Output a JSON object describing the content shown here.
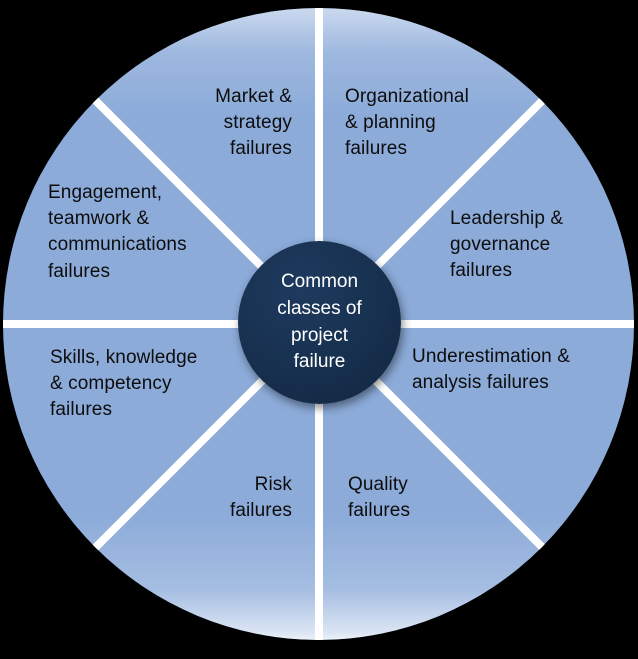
{
  "diagram": {
    "title": "Common classes of project failure wheel",
    "colors": {
      "background": "#000000",
      "segment_fill": "#8cabd9",
      "divider": "#ffffff",
      "hub_fill": "#17304f",
      "hub_text": "#ffffff",
      "segment_text": "#0d0d0d"
    },
    "hub": {
      "label": "Common\nclasses of\nproject\nfailure"
    },
    "segments": [
      {
        "id": "market",
        "label": "Market &\nstrategy\nfailures",
        "position": "top-left-inner",
        "align": "right"
      },
      {
        "id": "organizational",
        "label": "Organizational\n& planning\nfailures",
        "position": "top-right-inner",
        "align": "left"
      },
      {
        "id": "engagement",
        "label": "Engagement,\nteamwork &\ncommunications\nfailures",
        "position": "upper-left",
        "align": "left"
      },
      {
        "id": "leadership",
        "label": "Leadership &\ngovernance\nfailures",
        "position": "upper-right",
        "align": "left"
      },
      {
        "id": "skills",
        "label": "Skills, knowledge\n& competency\nfailures",
        "position": "lower-left",
        "align": "left"
      },
      {
        "id": "underestimation",
        "label": "Underestimation &\nanalysis failures",
        "position": "lower-right",
        "align": "left"
      },
      {
        "id": "risk",
        "label": "Risk\nfailures",
        "position": "bottom-left-inner",
        "align": "right"
      },
      {
        "id": "quality",
        "label": "Quality\nfailures",
        "position": "bottom-right-inner",
        "align": "left"
      }
    ]
  }
}
